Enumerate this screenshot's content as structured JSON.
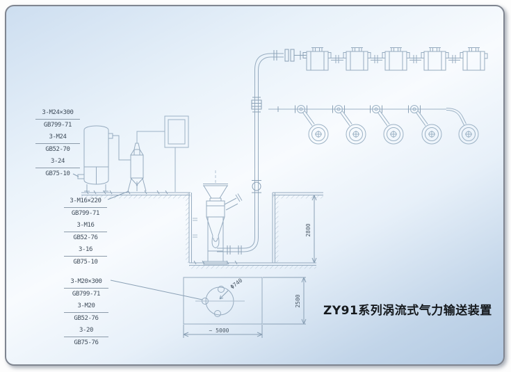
{
  "title": {
    "text": "ZY91系列涡流式气力输送装置"
  },
  "fastener_tables": {
    "m24": {
      "rows": [
        "3-M24×300",
        "GB799-71",
        "3-M24",
        "GB52-70",
        "3-24",
        "GB75-10"
      ]
    },
    "m16": {
      "rows": [
        "3-M16×220",
        "GB799-71",
        "3-M16",
        "GB52-76",
        "3-16",
        "GB75-10"
      ]
    },
    "m20": {
      "rows": [
        "3-M20×300",
        "GB799-71",
        "3-M20",
        "GB52-76",
        "3-20",
        "GB75-76"
      ]
    }
  },
  "dimensions": {
    "riser_height": "2800",
    "plan_length": "~ 5000",
    "plan_depth": "2500",
    "flange_diameter": "Φ740"
  },
  "colors": {
    "line": "#9ab0c3",
    "accent": "#8aa0b5",
    "dim_text": "#4a5866",
    "label_text": "#3f4c5a",
    "title_text": "#15191d"
  }
}
